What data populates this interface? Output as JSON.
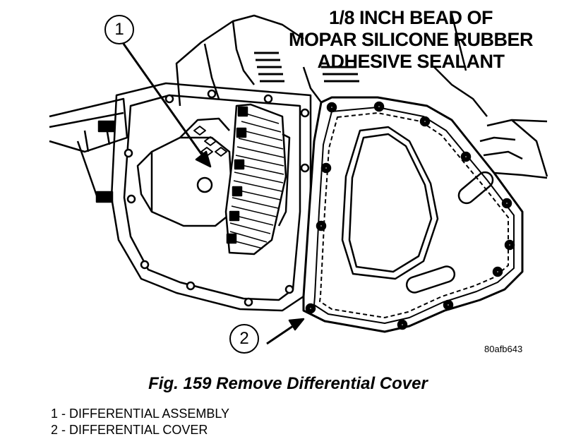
{
  "annotation": {
    "lines": [
      "1/8 INCH BEAD OF",
      "MOPAR SILICONE RUBBER",
      "ADHESIVE SEALANT"
    ]
  },
  "callouts": [
    {
      "number": "1"
    },
    {
      "number": "2"
    }
  ],
  "image_code": "80afb643",
  "caption": "Fig. 159 Remove Differential Cover",
  "legend": [
    "1 - DIFFERENTIAL ASSEMBLY",
    "2 - DIFFERENTIAL COVER"
  ]
}
